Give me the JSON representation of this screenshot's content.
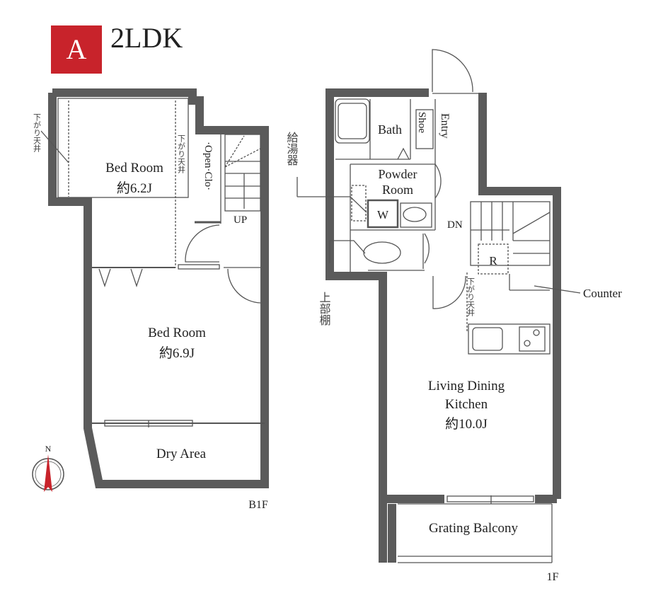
{
  "header": {
    "unit_badge": "A",
    "unit_type": "2LDK",
    "badge_color": "#c8232b"
  },
  "b1f": {
    "floor_label": "B1F",
    "bed_room_1": {
      "name": "Bed Room",
      "size": "約6.2J"
    },
    "bed_room_2": {
      "name": "Bed Room",
      "size": "約6.9J"
    },
    "dry_area": "Dry Area",
    "open_closet": "·Open·Clo·",
    "stairs_label": "UP",
    "lowered_ceiling_note": "下がり天井",
    "compass_label": "N"
  },
  "f1": {
    "floor_label": "1F",
    "bath": "Bath",
    "entry": "Entry",
    "shoe": "Shoe",
    "powder_room": [
      "Powder",
      "Room"
    ],
    "washer": "W",
    "fridge": "R",
    "stairs_label": "DN",
    "counter": "Counter",
    "water_heater": "給湯器",
    "upper_shelf": "上部棚",
    "lowered_ceiling_note": "下がり天井",
    "ldk": {
      "name_line1": "Living Dining",
      "name_line2": "Kitchen",
      "size": "約10.0J"
    },
    "balcony": "Grating Balcony"
  },
  "colors": {
    "wall": "#5b5b5b",
    "line": "#555555"
  }
}
